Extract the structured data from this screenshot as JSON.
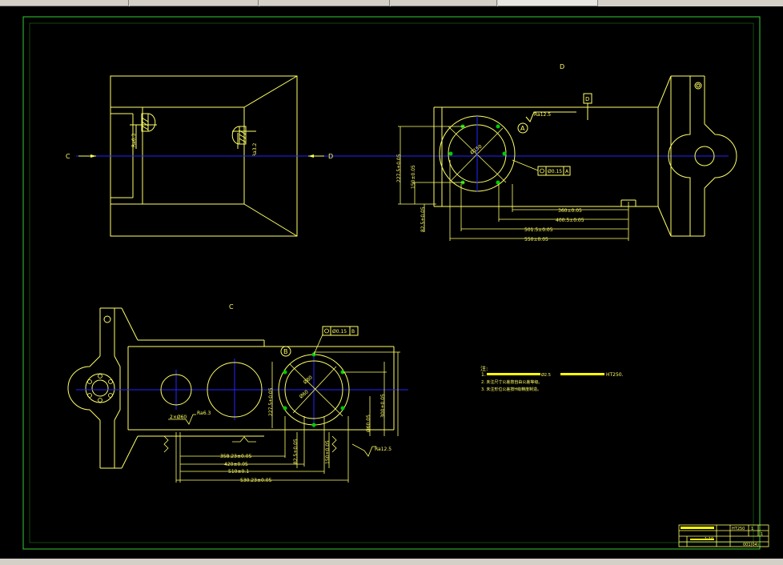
{
  "colors": {
    "frame": "#ffff66",
    "border": "#33cc33",
    "centerline": "#2424ff",
    "points": "#00cc00",
    "highlight": "#ffff00"
  },
  "view_labels": {
    "c_arrow": "C",
    "d_arrow": "D",
    "view_c": "C",
    "view_d": "D"
  },
  "top_view": {
    "left_mark": "Ra6.3",
    "right_mark": "Ra3.2"
  },
  "view_d": {
    "roughness": "Ra12.5",
    "datum_a": "A",
    "datum_box": "D",
    "position_tol": "Ø0.15",
    "position_ref": "A",
    "hole_dim": "Ø150",
    "dims": [
      "360±0.05",
      "400.5±0.05",
      "501.5±0.05",
      "550±0.05"
    ],
    "vdims": [
      "227.5±0.05",
      "150±0.05",
      "82.5±0.05"
    ]
  },
  "view_c": {
    "datum_b": "B",
    "position_tol": "Ø0.15",
    "position_ref": "B",
    "hole_dim": "Ø80",
    "hole_dim2": "Ø60",
    "roughness1": "Ra6.3",
    "roughness2": "Ra12.5",
    "holes_note": "2×Ø60",
    "dims": [
      "358.23±0.05",
      "420±0.05",
      "510±0.1",
      "530.23±0.05"
    ],
    "vdims": [
      "227.5±0.05",
      "82.5±0.05",
      "150±0.05",
      "Ø60.05",
      "300±0.05"
    ]
  },
  "notes": {
    "title": "注:",
    "line1_tail": "HT250.",
    "line1_mid": "Ø2.5",
    "line2": "2. 未注尺寸公差按自由公差等级。",
    "line3": "3. 未注形位公差按H级精度制造。"
  },
  "title_block": {
    "material": "HT250",
    "qty": "1",
    "scale": "1:10",
    "drawing_no": "001(04)",
    "page": "1"
  }
}
